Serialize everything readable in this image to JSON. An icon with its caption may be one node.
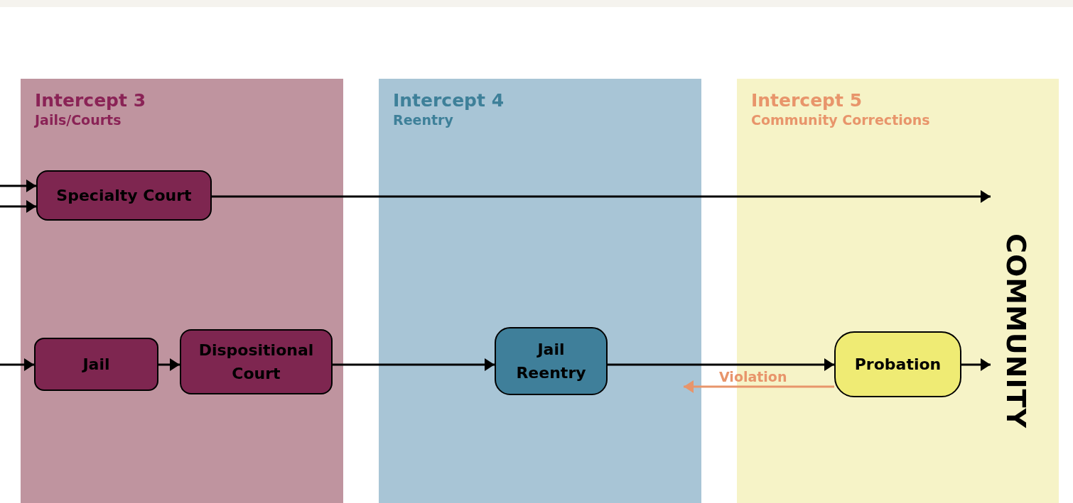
{
  "diagram": {
    "nodes": [
      {
        "text": [
          "Intercept 3",
          "Jails/Courts"
        ]
      },
      {
        "text": [
          "Specialty Court"
        ],
        "in": 0
      },
      {
        "text": [
          "Jail"
        ],
        "in": 0
      },
      {
        "text": [
          "Dispositional Court"
        ],
        "in": 0
      },
      {
        "text": [
          "Intercept 4",
          "Reentry"
        ]
      },
      {
        "text": [
          "Jail Reentry"
        ],
        "in": 4
      },
      {
        "text": [
          "Intercept 5",
          "Community Corrections"
        ]
      },
      {
        "text": [
          "Probation"
        ],
        "in": 6
      },
      {
        "text": [
          "COMMUNITY"
        ],
        "in": 6
      }
    ],
    "edges": [
      {
        "from": null,
        "to": 1,
        "arrow": "to"
      },
      {
        "from": null,
        "to": 1,
        "arrow": "to"
      },
      {
        "from": null,
        "to": 2,
        "arrow": "to"
      },
      {
        "from": 2,
        "to": 3,
        "arrow": "to"
      },
      {
        "from": 3,
        "to": 5,
        "arrow": "to"
      },
      {
        "from": 5,
        "to": 7,
        "arrow": "to"
      },
      {
        "from": 1,
        "to": 8,
        "arrow": "to"
      },
      {
        "from": 7,
        "to": 8,
        "arrow": "to"
      },
      {
        "from": 7,
        "to": 4,
        "arrow": "to",
        "label": "Violation",
        "color": "#e8956b"
      }
    ]
  }
}
